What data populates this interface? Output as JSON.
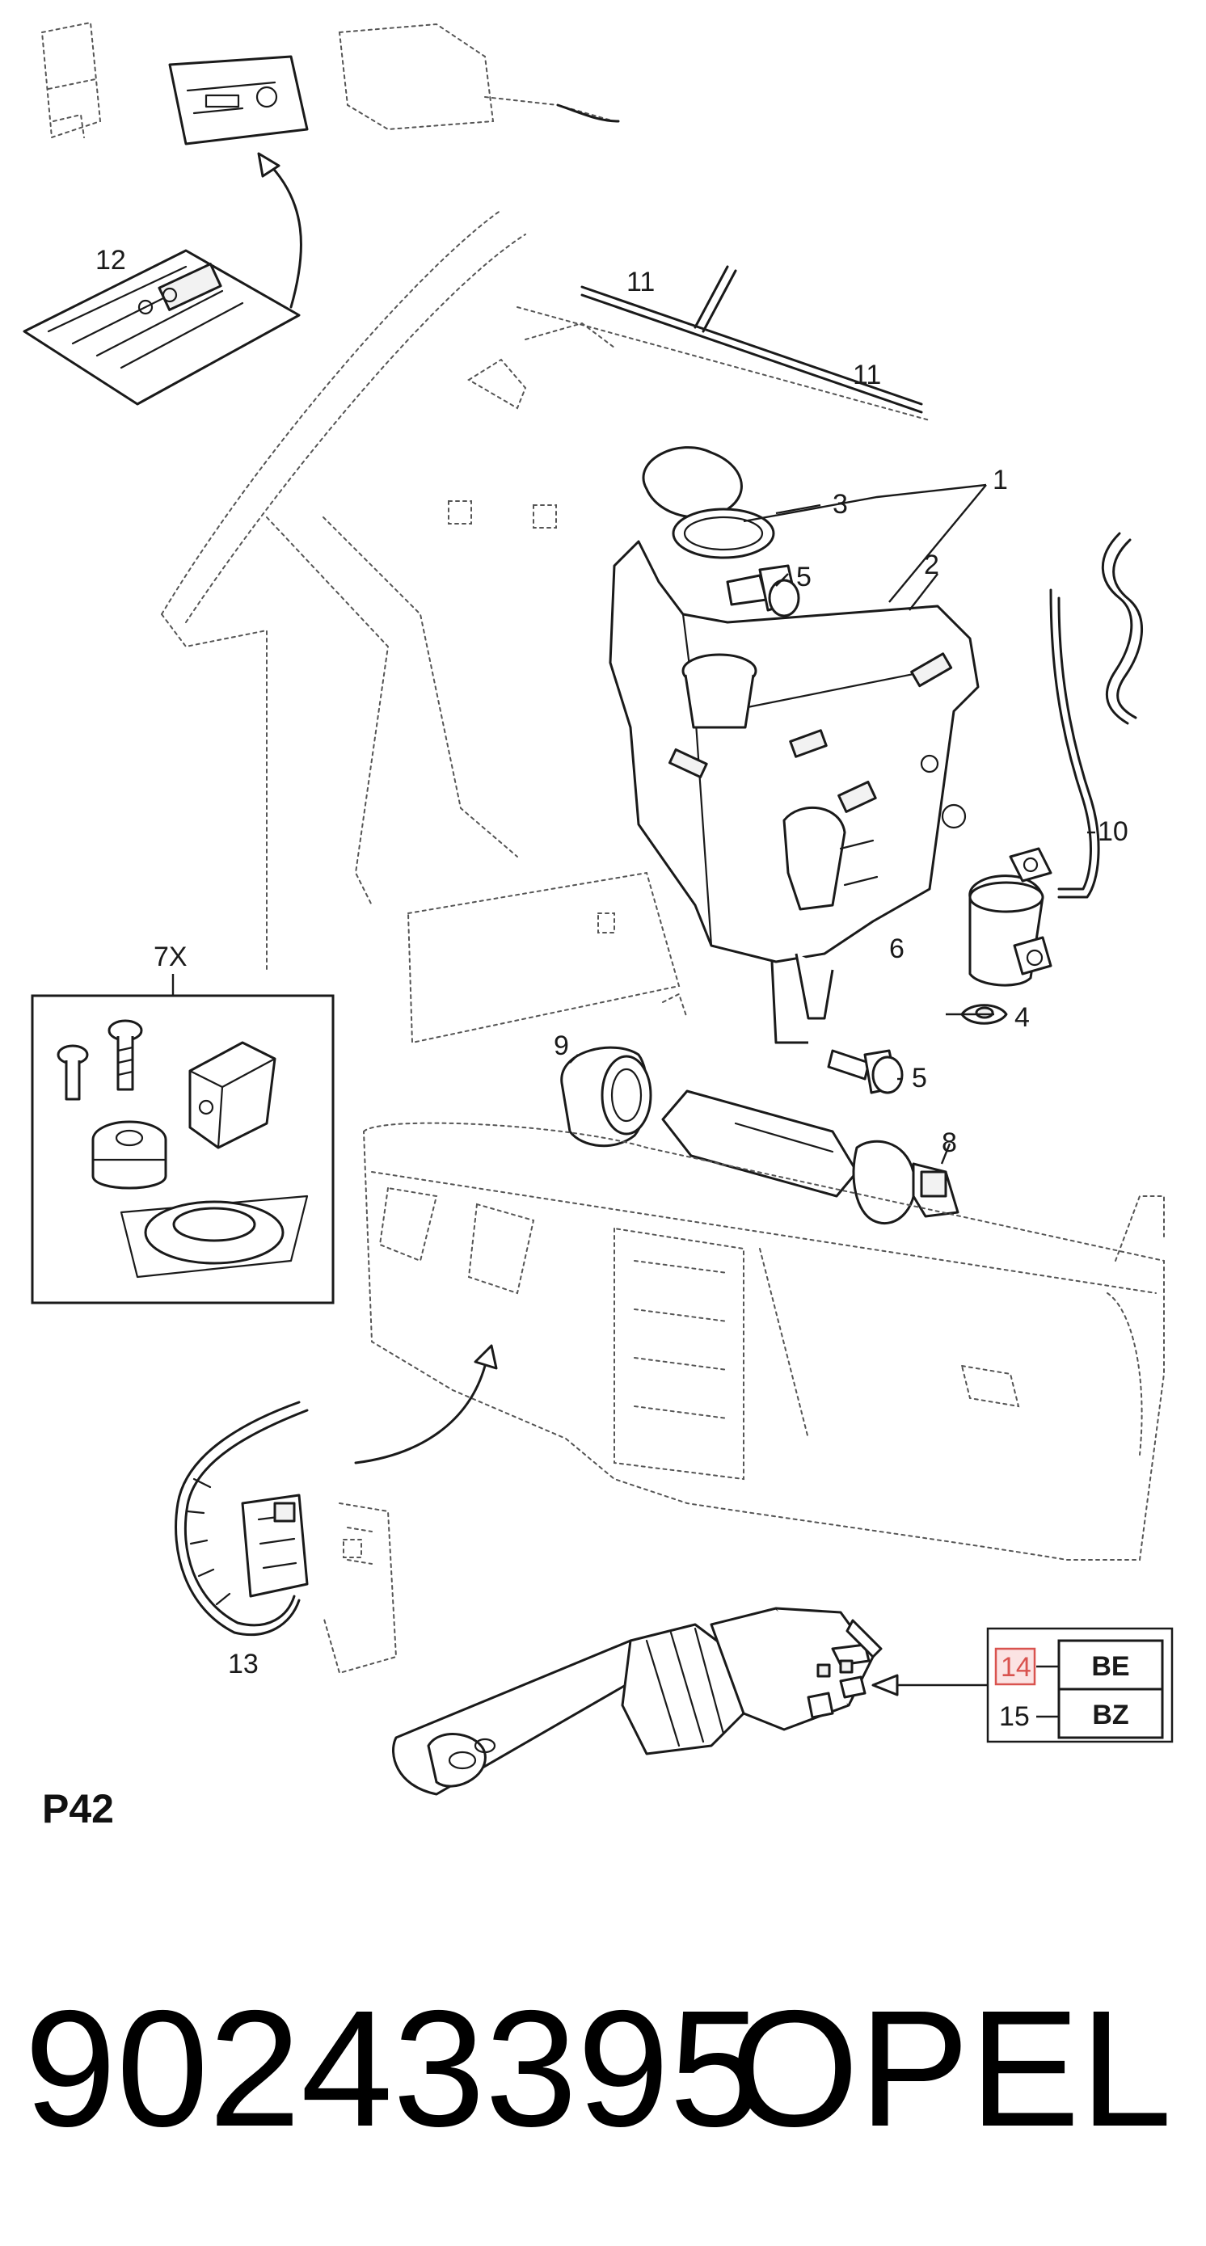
{
  "diagram": {
    "callouts": {
      "c1": "1",
      "c2": "2",
      "c3": "3",
      "c4": "4",
      "c5a": "5",
      "c5b": "5",
      "c6": "6",
      "c7x": "7X",
      "c8": "8",
      "c9": "9",
      "c10": "10",
      "c11a": "11",
      "c11b": "11",
      "c12": "12",
      "c13": "13",
      "c14": "14",
      "c15": "15"
    },
    "variant_codes": {
      "code_14": "BE",
      "code_15": "BZ"
    },
    "highlighted_item": "14",
    "page_ref": "P42"
  },
  "footer": {
    "part_number": "90243395",
    "brand": "OPEL"
  },
  "colors": {
    "line": "#1a1a1a",
    "highlight_fill": "#fbe3e3",
    "highlight_stroke": "#d9534f"
  }
}
